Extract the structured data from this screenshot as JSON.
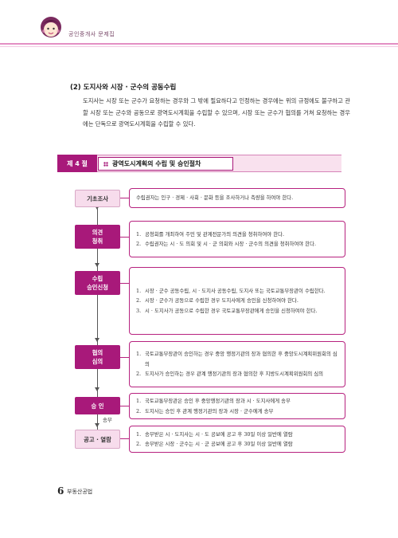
{
  "header": {
    "title": "공인중개사 문제집"
  },
  "section": {
    "heading": "(2) 도지사와 시장 · 군수의 공동수립",
    "paragraph": "도지사는 시장 또는 군수가 요청하는 경우와 그 밖에 필요하다고 인정하는 경우에는 위의 규정에도 불구하고 관할 시장 또는 군수와 공동으로 광역도시계획을 수립할 수 있으며, 시장 또는 군수가 협의를 거쳐 요청하는 경우에는 단독으로 광역도시계획을 수립할 수 있다."
  },
  "chapter": {
    "badge": "제 4 절",
    "title": "광역도시계획의 수립 및 승인절차"
  },
  "flow": {
    "steps": [
      {
        "label_lines": [
          "기초조사"
        ],
        "items": [
          {
            "num": "",
            "text": "수립권자는 인구 · 경제 · 사회 · 문화 등을 조사하거나 측량을 하여야 한다."
          }
        ]
      },
      {
        "label_lines": [
          "의견",
          "청취"
        ],
        "items": [
          {
            "num": "1.",
            "text": "공청회를 개최하여 주민 및 관계전문가의 의견을 청취하여야 한다."
          },
          {
            "num": "2.",
            "text": "수립권자는 시 · 도 의회 및 시 · 군 의회와 시장 · 군수의 의견을 청취하여야 한다."
          }
        ]
      },
      {
        "label_lines": [
          "수립",
          "승인신청"
        ],
        "items": [
          {
            "num": "1.",
            "text": "시장 · 군수 공동수립, 시 · 도지사 공동수립, 도지사 또는 국토교통부장관이 수립한다."
          },
          {
            "num": "2.",
            "text": "시장 · 군수가 공동으로 수립한 경우 도지사에게 승인을 신청하여야 한다."
          },
          {
            "num": "3.",
            "text": "시 · 도지사가 공동으로 수립한 경우 국토교통부장관에게 승인을 신청하여야 한다."
          }
        ]
      },
      {
        "label_lines": [
          "협의",
          "심의"
        ],
        "items": [
          {
            "num": "1.",
            "text": "국토교통부장관이 승인하는 경우 중앙 행정기관의 장과 협의한 후 중앙도시계획위원회의 심의"
          },
          {
            "num": "2.",
            "text": "도지사가 승인하는 경우 관계 행정기관의 장과 협의한 후 지방도시계획위원회의 심의"
          }
        ]
      },
      {
        "label_lines": [
          "승 인"
        ],
        "items": [
          {
            "num": "1.",
            "text": "국토교통부장관은 승인 후 중앙행정기관의 장과 시 · 도지사에게 송부"
          },
          {
            "num": "2.",
            "text": "도지사는 승인 후 관계 행정기관의 장과 시장 · 군수에게 송부"
          }
        ]
      },
      {
        "label_lines": [
          "공고 · 열람"
        ],
        "items": [
          {
            "num": "1.",
            "text": "송부받은 시 · 도지사는 시 · 도 공보에 공고 후 30일 이상 일반에 열람"
          },
          {
            "num": "2.",
            "text": "송부받은 시장 · 군수는 시 · 군 공보에 공고 후 30일 이상 일반에 열람"
          }
        ]
      }
    ],
    "between_label": "송부"
  },
  "footer": {
    "page_number": "6",
    "title": "부동산공법"
  },
  "colors": {
    "accent": "#a8197a",
    "accent_light": "#f9e1ee",
    "border": "#b7227f"
  }
}
